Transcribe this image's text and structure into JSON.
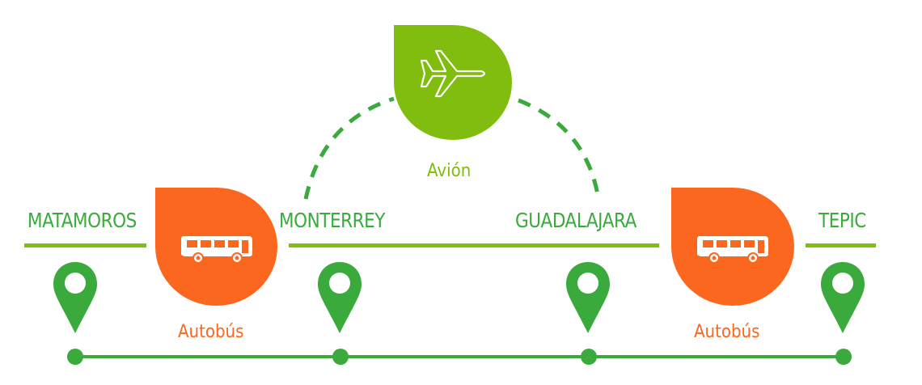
{
  "colors": {
    "bus": "#fb671e",
    "plane": "#80bd0f",
    "route_line": "#7ebf10",
    "city_text": "#3aaa3c",
    "pin": "#3aaa3c",
    "dashed_arc": "#3aaa3c"
  },
  "cities": [
    {
      "name": "MATAMOROS"
    },
    {
      "name": "MONTERREY"
    },
    {
      "name": "GUADALAJARA"
    },
    {
      "name": "TEPIC"
    }
  ],
  "legs": [
    {
      "mode": "Autobús",
      "icon": "bus-icon",
      "from": "MATAMOROS",
      "to": "MONTERREY"
    },
    {
      "mode": "Avión",
      "icon": "airplane-icon",
      "from": "MONTERREY",
      "to": "GUADALAJARA"
    },
    {
      "mode": "Autobús",
      "icon": "bus-icon",
      "from": "GUADALAJARA",
      "to": "TEPIC"
    }
  ],
  "pins": [
    {
      "icon": "location-pin-icon"
    },
    {
      "icon": "location-pin-icon"
    },
    {
      "icon": "location-pin-icon"
    },
    {
      "icon": "location-pin-icon"
    }
  ]
}
